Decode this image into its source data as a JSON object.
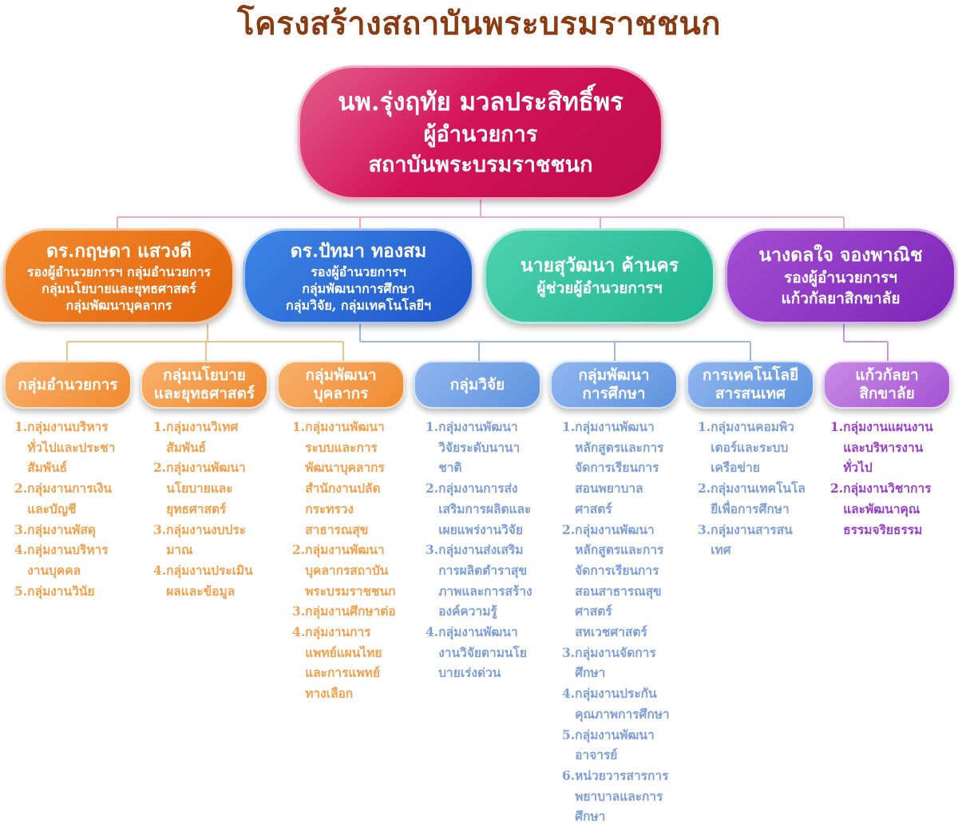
{
  "title": "โครงสร้างสถาบันพระบรมราชชนก",
  "director": {
    "name": "นพ.รุ่งฤทัย มวลประสิทธิ์พร",
    "position": "ผู้อำนวยการ",
    "org": "สถาบันพระบรมราชชนก",
    "color": "#d31357"
  },
  "deputies": [
    {
      "name": "ดร.กฤษดา แสวงดี",
      "lines": [
        "รองผู้อำนวยการฯ กลุ่มอำนวยการ",
        "กลุ่มนโยบายและยุทธศาสตร์",
        "กลุ่มพัฒนาบุคลากร"
      ],
      "color": "#e2620b"
    },
    {
      "name": "ดร.ปัทมา ทองสม",
      "lines": [
        "รองผู้อำนวยการฯ",
        "กลุ่มพัฒนาการศึกษา",
        "กลุ่มวิจัย, กลุ่มเทคโนโลยีฯ"
      ],
      "color": "#1d55c9"
    },
    {
      "name": "นายสุวัฒนา ค้านคร",
      "lines": [
        "ผู้ช่วยผู้อำนวยการฯ"
      ],
      "color": "#1eb58f"
    },
    {
      "name": "นางดลใจ จองพาณิช",
      "lines": [
        "รองผู้อำนวยการฯ",
        "แก้วกัลยาสิกขาลัย"
      ],
      "color": "#7c25b8"
    }
  ],
  "groups": [
    {
      "label_lines": [
        "กลุ่มอำนวยการ"
      ],
      "items": [
        "1.กลุ่มงานบริหาร",
        "   ทั่วไปและประชา",
        "   สัมพันธ์",
        "2.กลุ่มงานการเงิน",
        "   และบัญชี",
        "3.กลุ่มงานพัสดุ",
        "4.กลุ่มงานบริหาร",
        "   งานบุคคล",
        "5.กลุ่มงานวินัย"
      ]
    },
    {
      "label_lines": [
        "กลุ่มนโยบาย",
        "และยุทธศาสตร์"
      ],
      "items": [
        "1.กลุ่มงานวิเทศ",
        "   สัมพันธ์",
        "2.กลุ่มงานพัฒนา",
        "   นโยบายและ",
        "   ยุทธศาสตร์",
        "3.กลุ่มงานงบประ",
        "   มาณ",
        "4.กลุ่มงานประเมิน",
        "   ผลและข้อมูล"
      ]
    },
    {
      "label_lines": [
        "กลุ่มพัฒนา",
        "บุคลากร"
      ],
      "items": [
        "1.กลุ่มงานพัฒนา",
        "   ระบบและการ",
        "   พัฒนาบุคลากร",
        "   สำนักงานปลัด",
        "   กระทรวง",
        "   สาธารณสุข",
        "2.กลุ่มงานพัฒนา",
        "   บุคลากรสถาบัน",
        "   พระบรมราชชนก",
        "3.กลุ่มงานศึกษาต่อ",
        "4.กลุ่มงานการ",
        "   แพทย์แผนไทย",
        "   และการแพทย์",
        "   ทางเลือก"
      ]
    },
    {
      "label_lines": [
        "กลุ่มวิจัย"
      ],
      "items": [
        "1.กลุ่มงานพัฒนา",
        "   วิจัยระดับนานา",
        "   ชาติ",
        "2.กลุ่มงานการส่ง",
        "   เสริมการผลิตและ",
        "   เผยแพร่งานวิจัย",
        "3.กลุ่มงานส่งเสริม",
        "   การผลิตตำราสุข",
        "   ภาพและการสร้าง",
        "   องค์ความรู้",
        "4.กลุ่มงานพัฒนา",
        "   งานวิจัยตามนโย",
        "   บายเร่งด่วน"
      ]
    },
    {
      "label_lines": [
        "กลุ่มพัฒนา",
        "การศึกษา"
      ],
      "items": [
        "1.กลุ่มงานพัฒนา",
        "   หลักสูตรและการ",
        "   จัดการเรียนการ",
        "   สอนพยาบาล",
        "   ศาสตร์",
        "2.กลุ่มงานพัฒนา",
        "   หลักสูตรและการ",
        "   จัดการเรียนการ",
        "   สอนสาธารณสุข",
        "   ศาสตร์",
        "   สหเวชศาสตร์",
        "3.กลุ่มงานจัดการ",
        "   ศึกษา",
        "4.กลุ่มงานประกัน",
        "   คุณภาพการศึกษา",
        "5.กลุ่มงานพัฒนา",
        "   อาจารย์",
        "6.หน่วยวารสารการ",
        "   พยาบาลและการ",
        "   ศึกษา"
      ]
    },
    {
      "label_lines": [
        "การเทคโนโลยี",
        "สารสนเทศ"
      ],
      "items": [
        "1.กลุ่มงานคอมพิว",
        "   เตอร์และระบบ",
        "   เครือข่าย",
        "2.กลุ่มงานเทคโนโล",
        "   ยีเพื่อการศึกษา",
        "3.กลุ่มงานสารสน",
        "   เทศ"
      ]
    },
    {
      "label_lines": [
        "แก้วกัลยา",
        "สิกขาลัย"
      ],
      "items": [
        "1.กลุ่มงานแผนงาน",
        "   และบริหารงาน",
        "   ทั่วไป",
        "2.กลุ่มงานวิชาการ",
        "   และพัฒนาคุณ",
        "   ธรรมจริยธรรม"
      ]
    }
  ]
}
